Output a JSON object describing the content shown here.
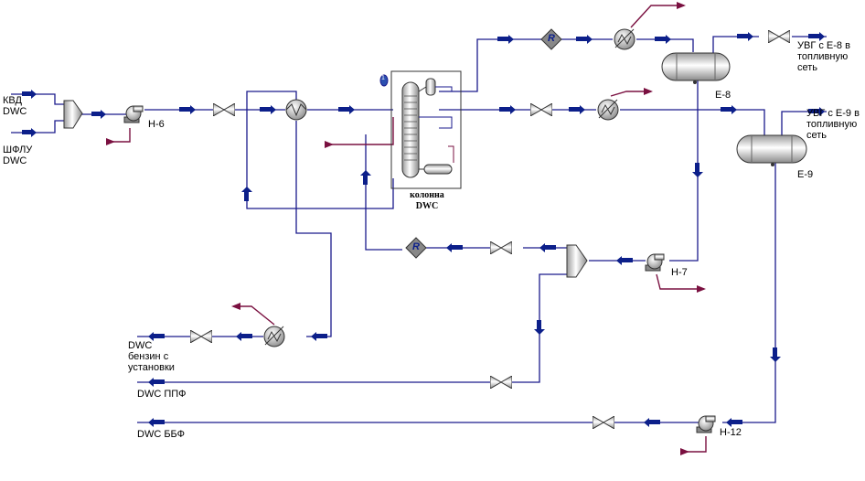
{
  "colors": {
    "flow": "#1a1a8c",
    "arrow": "#0c1f8a",
    "energy": "#7a1040",
    "grey": "#c8c8c8"
  },
  "labels": {
    "kvd": "КВД\nDWC",
    "shflu": "ШФЛУ\nDWC",
    "n6": "Н-6",
    "n7": "Н-7",
    "n12": "Н-12",
    "e8": "Е-8",
    "e9": "Е-9",
    "uvg_e8": "УВГ с Е-8 в\nтопливную\nсеть",
    "uvg_e9": "УВГ с Е-9 в\nтопливную\nсеть",
    "column": "колонна\nDWC",
    "benzin": "DWC\nбензин с\nустановки",
    "ppf": "DWC ППФ",
    "bbf": "DWC ББФ",
    "recycle": "R",
    "column_icon": "1"
  }
}
